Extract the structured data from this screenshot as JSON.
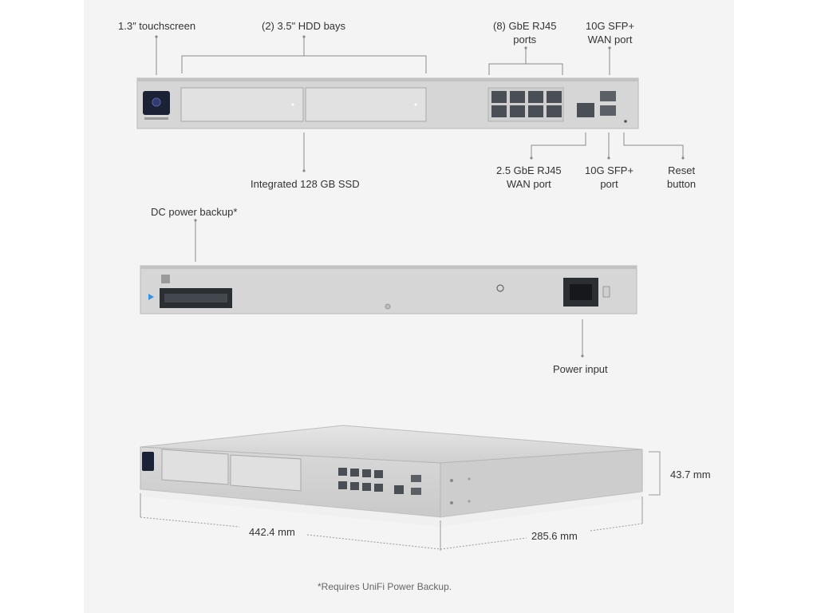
{
  "front_labels": {
    "touchscreen": "1.3″ touchscreen",
    "hdd_bays": "(2) 3.5\" HDD bays",
    "gbe_ports": [
      "(8) GbE RJ45",
      "ports"
    ],
    "sfp_wan": [
      "10G SFP+",
      "WAN port"
    ],
    "ssd": "Integrated 128 GB SSD",
    "rj45_wan": [
      "2.5 GbE RJ45",
      "WAN port"
    ],
    "sfp_port": [
      "10G SFP+",
      "port"
    ],
    "reset": [
      "Reset",
      "button"
    ]
  },
  "rear_labels": {
    "dc_backup": "DC power backup*",
    "power_input": "Power input"
  },
  "dimensions": {
    "height": "43.7 mm",
    "width": "442.4 mm",
    "depth": "285.6 mm"
  },
  "footnote": "*Requires UniFi Power Backup.",
  "colors": {
    "chassis": "#d8d8d8",
    "chassis_dark": "#c4c4c4",
    "port": "#4a4f55",
    "screen": "#1c2236",
    "accent": "#3b8fe0"
  }
}
